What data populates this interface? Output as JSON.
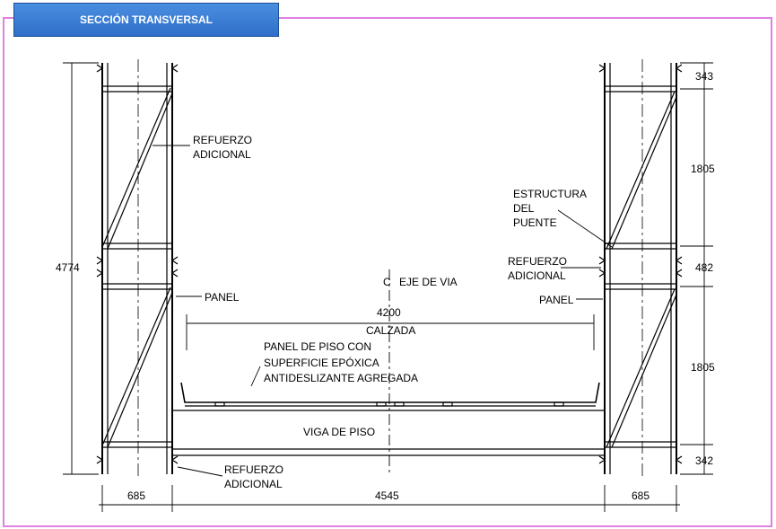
{
  "header": {
    "title": "SECCIÓN TRANSVERSAL"
  },
  "colors": {
    "frame": "#e080e0",
    "tab": "#3a7bd5",
    "ink": "#000000"
  },
  "labels": {
    "refuerzo_1": "REFUERZO",
    "adicional_1": "ADICIONAL",
    "panel_left": "PANEL",
    "refuerzo_bottom": "REFUERZO",
    "adicional_bottom": "ADICIONAL",
    "estructura": "ESTRUCTURA",
    "del": "DEL",
    "puente": "PUENTE",
    "refuerzo_right": "REFUERZO",
    "adicional_right": "ADICIONAL",
    "panel_right": "PANEL",
    "eje": "EJE DE VIA",
    "centerline_symbol": "C",
    "calzada": "CALZADA",
    "piso_1": "PANEL DE PISO CON",
    "piso_2": "SUPERFICIE EPÓXICA",
    "piso_3": "ANTIDESLIZANTE AGREGADA",
    "viga": "VIGA DE PISO"
  },
  "dimensions": {
    "total_height": "4774",
    "calzada_width": "4200",
    "right_top": "343",
    "right_upper": "1805",
    "right_mid": "482",
    "right_lower": "1805",
    "right_bottom": "342",
    "bottom_left": "685",
    "bottom_center": "4545",
    "bottom_right": "685"
  }
}
